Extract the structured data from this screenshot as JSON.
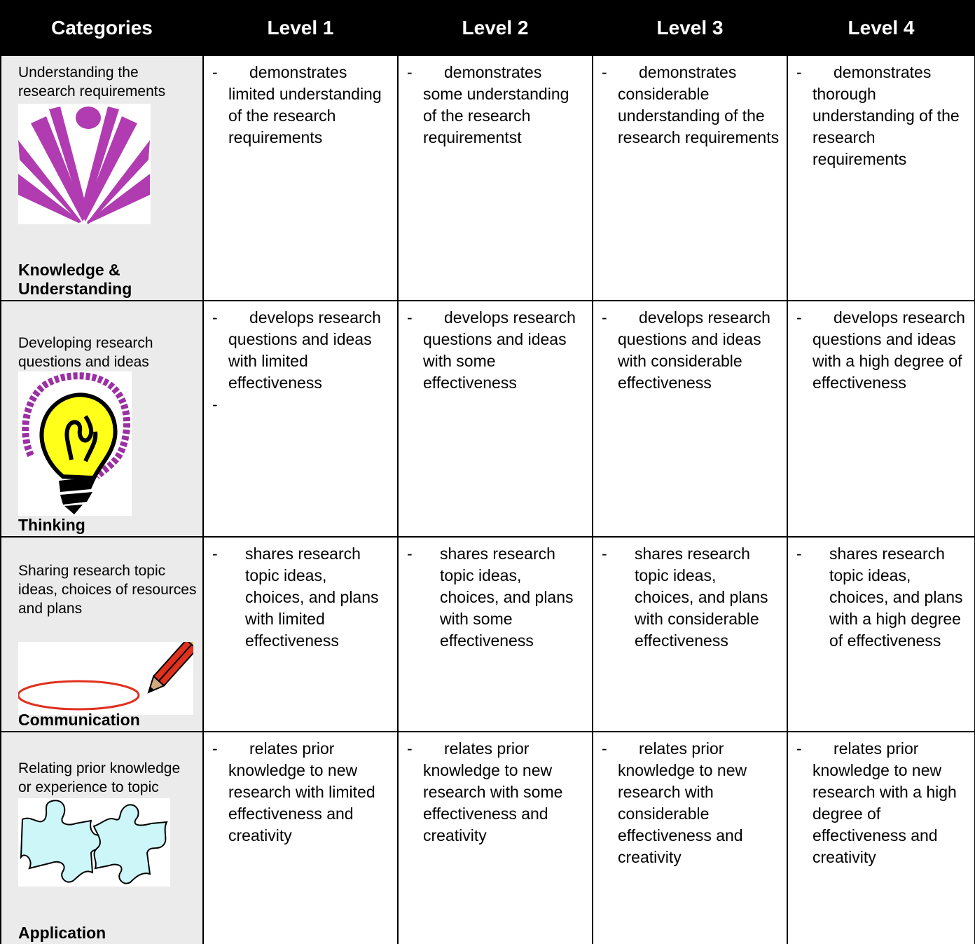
{
  "headers": [
    "Categories",
    "Level 1",
    "Level 2",
    "Level 3",
    "Level 4"
  ],
  "rows": [
    {
      "description": "Understanding the research requirements",
      "category": "Knowledge & Understanding",
      "icon": "open-book-person-icon",
      "levels": [
        "demonstrates limited understanding of the research requirements",
        "demonstrates some understanding of the research requirementst",
        "demonstrates considerable understanding of the research requirements",
        "demonstrates thorough understanding of the research requirements"
      ]
    },
    {
      "description": "Developing research questions and ideas",
      "category": "Thinking",
      "icon": "lightbulb-icon",
      "levels": [
        "develops research questions and ideas with limited effectiveness",
        "develops research questions and ideas with some effectiveness",
        "develops research questions and ideas with considerable effectiveness",
        "develops research questions and ideas with a high degree of effectiveness"
      ],
      "extra_dash": "-"
    },
    {
      "description": "Sharing research topic ideas, choices of resources and plans",
      "category": "Communication",
      "icon": "pencil-circle-icon",
      "levels": [
        "shares research topic ideas, choices, and plans with limited effectiveness",
        "shares research topic ideas, choices, and plans with some effectiveness",
        "shares research topic ideas, choices, and plans with considerable effectiveness",
        "shares research topic ideas, choices, and plans with a high degree of effectiveness"
      ]
    },
    {
      "description": "Relating prior knowledge or experience to topic",
      "category": "Application",
      "icon": "puzzle-pieces-icon",
      "levels": [
        "relates prior knowledge to new research with limited effectiveness and creativity",
        "relates prior knowledge to new research with some effectiveness and creativity",
        "relates prior knowledge to new research with considerable effectiveness and creativity",
        "relates prior knowledge to new research with a high degree of effectiveness and creativity"
      ]
    }
  ],
  "bullet": "-",
  "colors": {
    "header_bg": "#000000",
    "category_bg": "#ebebeb",
    "book_purple": "#b13bb1",
    "bulb_yellow": "#ffff1a",
    "pencil_red": "#e0301e",
    "puzzle_blue": "#ccf6f8"
  }
}
